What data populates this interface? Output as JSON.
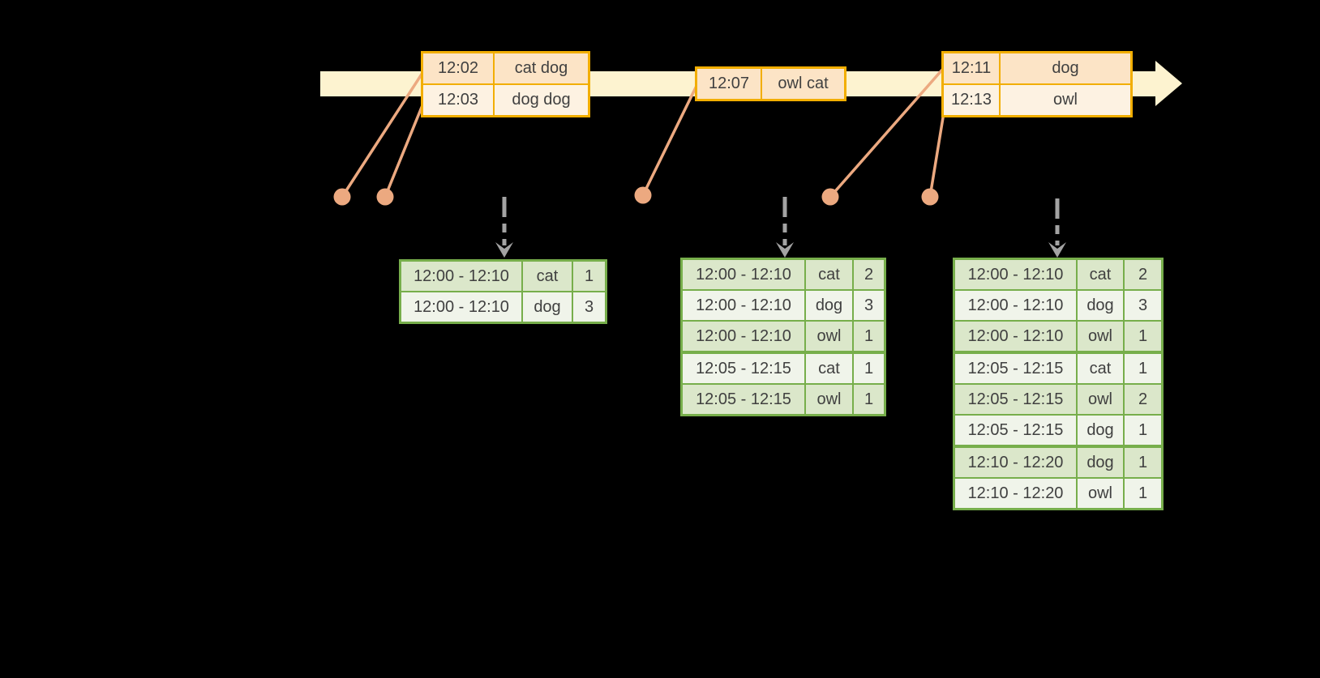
{
  "colors": {
    "background": "#000000",
    "timeline_band": "#fdf3d0",
    "event_border": "#f2ae00",
    "event_row_dark": "#fce4c6",
    "event_row_light": "#fdf2e2",
    "connector": "#eca980",
    "result_border": "#77ae4b",
    "result_row_dark": "#dbe7ca",
    "result_row_light": "#f0f4ea",
    "arrow_gray": "#a3a3a3",
    "text": "#404040"
  },
  "timeline": {
    "events": [
      {
        "rows": [
          [
            "12:02",
            "cat dog"
          ],
          [
            "12:03",
            "dog dog"
          ]
        ]
      },
      {
        "rows": [
          [
            "12:07",
            "owl cat"
          ]
        ]
      },
      {
        "rows": [
          [
            "12:11",
            "dog"
          ],
          [
            "12:13",
            "owl"
          ]
        ]
      }
    ]
  },
  "result_tables": [
    {
      "rows": [
        [
          "12:00 - 12:10",
          "cat",
          "1"
        ],
        [
          "12:00 - 12:10",
          "dog",
          "3"
        ]
      ],
      "groups": [
        2
      ]
    },
    {
      "rows": [
        [
          "12:00 - 12:10",
          "cat",
          "2"
        ],
        [
          "12:00 - 12:10",
          "dog",
          "3"
        ],
        [
          "12:00 - 12:10",
          "owl",
          "1"
        ],
        [
          "12:05 - 12:15",
          "cat",
          "1"
        ],
        [
          "12:05 - 12:15",
          "owl",
          "1"
        ]
      ],
      "groups": [
        3,
        2
      ]
    },
    {
      "rows": [
        [
          "12:00 - 12:10",
          "cat",
          "2"
        ],
        [
          "12:00 - 12:10",
          "dog",
          "3"
        ],
        [
          "12:00 - 12:10",
          "owl",
          "1"
        ],
        [
          "12:05 - 12:15",
          "cat",
          "1"
        ],
        [
          "12:05 - 12:15",
          "owl",
          "2"
        ],
        [
          "12:05 - 12:15",
          "dog",
          "1"
        ],
        [
          "12:10 - 12:20",
          "dog",
          "1"
        ],
        [
          "12:10 - 12:20",
          "owl",
          "1"
        ]
      ],
      "groups": [
        3,
        3,
        2
      ]
    }
  ]
}
